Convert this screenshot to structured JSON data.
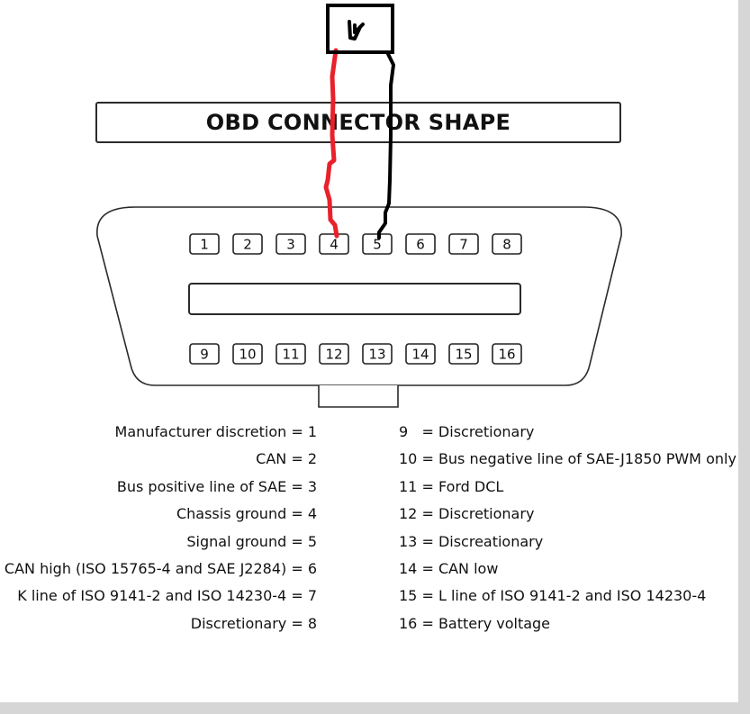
{
  "title": "OBD CONNECTOR SHAPE",
  "meter_label": "V",
  "pins_top": [
    "1",
    "2",
    "3",
    "4",
    "5",
    "6",
    "7",
    "8"
  ],
  "pins_bottom": [
    "9",
    "10",
    "11",
    "12",
    "13",
    "14",
    "15",
    "16"
  ],
  "probe_colors": {
    "positive": "#e8212a",
    "negative": "#000000"
  },
  "probe_pins": {
    "positive": "4",
    "negative": "5"
  },
  "legend_left": [
    "Manufacturer discretion = 1",
    "CAN = 2",
    "Bus positive line of SAE = 3",
    "Chassis ground = 4",
    "Signal ground = 5",
    "CAN high (ISO 15765-4 and SAE J2284) = 6",
    "K line of ISO 9141-2 and ISO 14230-4 = 7",
    "Discretionary = 8"
  ],
  "legend_right": [
    "9   = Discretionary",
    "10 = Bus negative line of SAE-J1850 PWM only",
    "11 = Ford DCL",
    "12 = Discretionary",
    "13 = Discreationary",
    "14 = CAN low",
    "15 = L line of ISO 9141-2 and ISO 14230-4",
    "16 = Battery voltage"
  ]
}
